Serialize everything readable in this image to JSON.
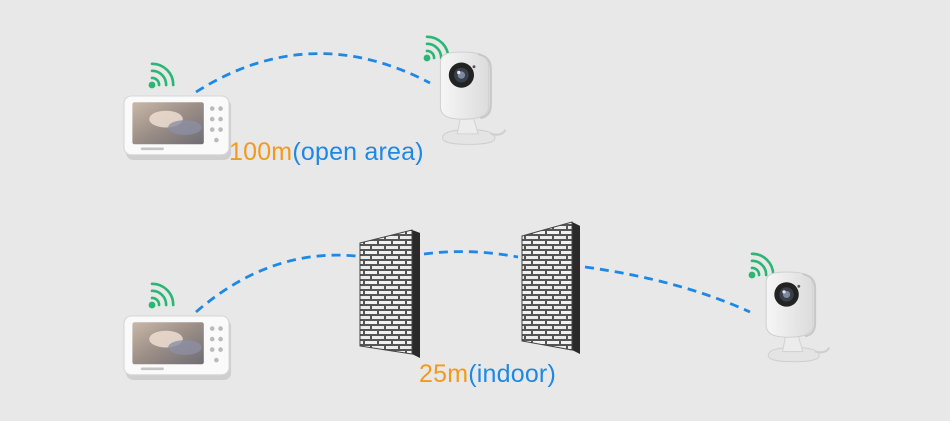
{
  "scenarios": [
    {
      "distance": "100m",
      "condition": "(open area)"
    },
    {
      "distance": "25m",
      "condition": "(indoor)"
    }
  ],
  "colors": {
    "background": "#e8e8e8",
    "link_line": "#1e88e5",
    "signal": "#2bb673",
    "distance_text": "#f39a1c",
    "condition_text": "#1e88e5"
  },
  "icons": [
    "baby-monitor-icon",
    "camera-icon",
    "wifi-signal-icon",
    "brick-wall-icon"
  ]
}
